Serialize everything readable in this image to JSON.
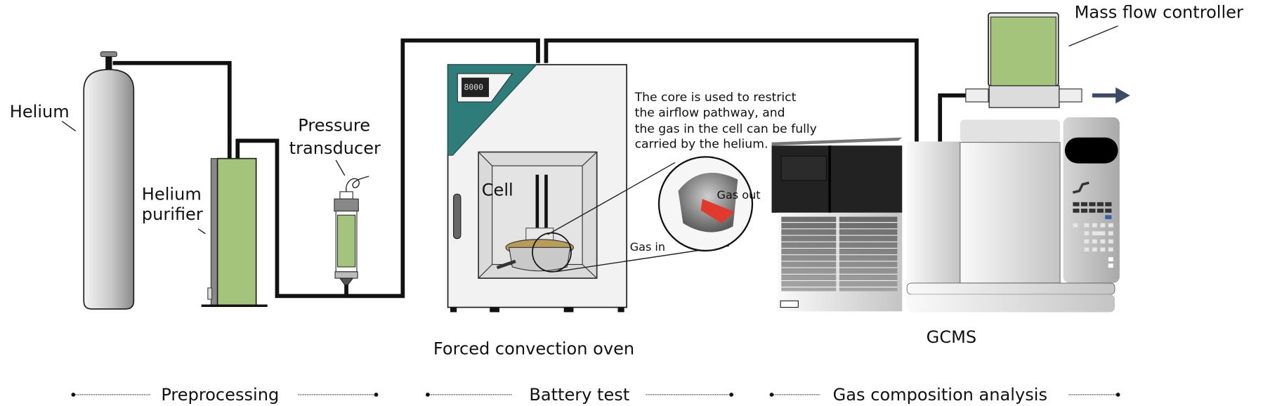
{
  "figure": {
    "components": {
      "helium": "Helium",
      "purifier_line1": "Helium",
      "purifier_line2": "purifier",
      "transducer_line1": "Pressure",
      "transducer_line2": "transducer",
      "cell": "Cell",
      "oven": "Forced convection oven",
      "gas_in": "Gas in",
      "gas_out": "Gas out",
      "gcms": "GCMS",
      "mfc": "Mass flow controller",
      "oven_display": "8000"
    },
    "annotation": [
      "The core is used to restrict",
      "the airflow pathway, and",
      "the gas in the cell can be fully",
      "carried by the helium."
    ],
    "stages": [
      {
        "label": "Preprocessing"
      },
      {
        "label": "Battery test"
      },
      {
        "label": "Gas composition analysis"
      }
    ],
    "colors": {
      "green": "#a3c47a",
      "teal": "#2e7d7b",
      "pipe": "#111111",
      "arrow": "#3d4a63",
      "red": "#e03a2f"
    }
  }
}
